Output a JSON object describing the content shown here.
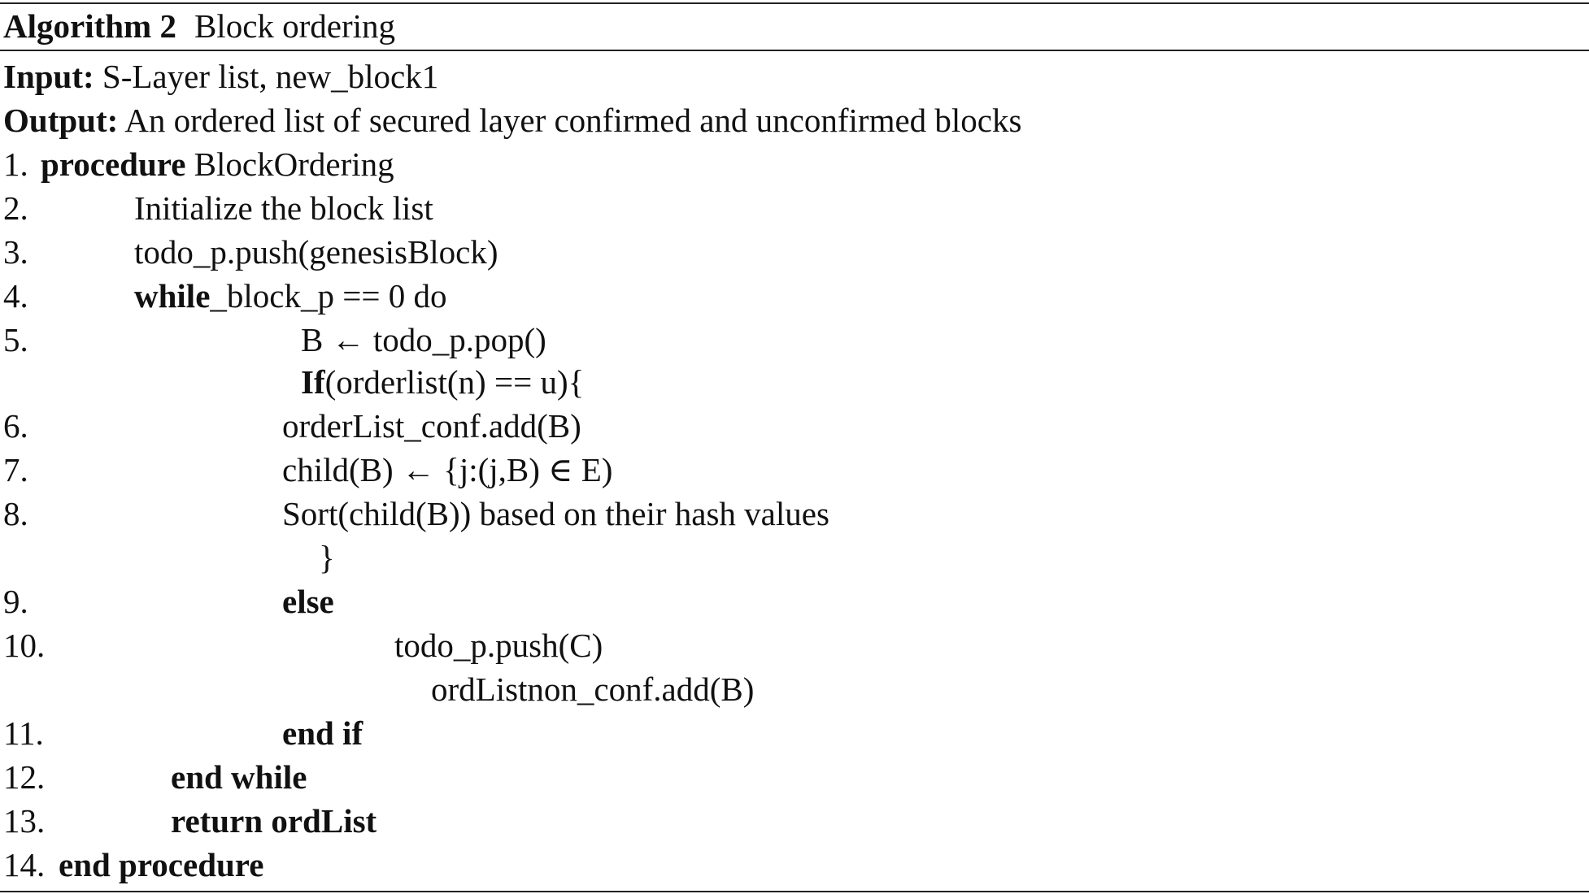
{
  "algorithm": {
    "label": "Algorithm 2",
    "title": "Block ordering",
    "input_label": "Input:",
    "input_text": " S-Layer list, new_block1",
    "output_label": "Output:",
    "output_text": " An ordered list of secured layer confirmed and unconfirmed blocks"
  },
  "lines": [
    {
      "num": "1.",
      "segments": [
        {
          "text": "procedure",
          "bold": true
        },
        {
          "text": " BlockOrdering",
          "bold": false
        }
      ]
    },
    {
      "num": "2.",
      "segments": [
        {
          "text": "Initialize the block list",
          "bold": false
        }
      ]
    },
    {
      "num": "3.",
      "segments": [
        {
          "text": "todo_p.push(genesisBlock)",
          "bold": false
        }
      ]
    },
    {
      "num": "4.",
      "segments": [
        {
          "text": "while",
          "bold": true
        },
        {
          "text": "_block_p == 0 do",
          "bold": false
        }
      ]
    },
    {
      "num": "5.",
      "segments": [
        {
          "text": "B ← todo_p.pop()",
          "bold": false
        }
      ]
    },
    {
      "num": "",
      "segments": [
        {
          "text": "If",
          "bold": true
        },
        {
          "text": "(orderlist(n) == u){",
          "bold": false
        }
      ]
    },
    {
      "num": "6.",
      "segments": [
        {
          "text": "orderList_conf.add(B)",
          "bold": false
        }
      ]
    },
    {
      "num": "7.",
      "segments": [
        {
          "text": "child(B) ← {j:(j,B) ∈ E)",
          "bold": false
        }
      ]
    },
    {
      "num": "8.",
      "segments": [
        {
          "text": "Sort(child(B)) based on their hash values",
          "bold": false
        }
      ]
    },
    {
      "num": "",
      "segments": [
        {
          "text": "}",
          "bold": false
        }
      ]
    },
    {
      "num": "9.",
      "segments": [
        {
          "text": "else",
          "bold": true
        }
      ]
    },
    {
      "num": "10.",
      "segments": [
        {
          "text": "todo_p.push(C)",
          "bold": false
        }
      ]
    },
    {
      "num": "",
      "segments": [
        {
          "text": "ordListnon_conf.add(B)",
          "bold": false
        }
      ]
    },
    {
      "num": "11.",
      "segments": [
        {
          "text": "end if",
          "bold": true
        }
      ]
    },
    {
      "num": "12.",
      "segments": [
        {
          "text": "end while",
          "bold": true
        }
      ]
    },
    {
      "num": "13.",
      "segments": [
        {
          "text": "return ordList",
          "bold": true
        }
      ]
    },
    {
      "num": "14.",
      "segments": [
        {
          "text": "end procedure",
          "bold": true
        }
      ]
    }
  ]
}
